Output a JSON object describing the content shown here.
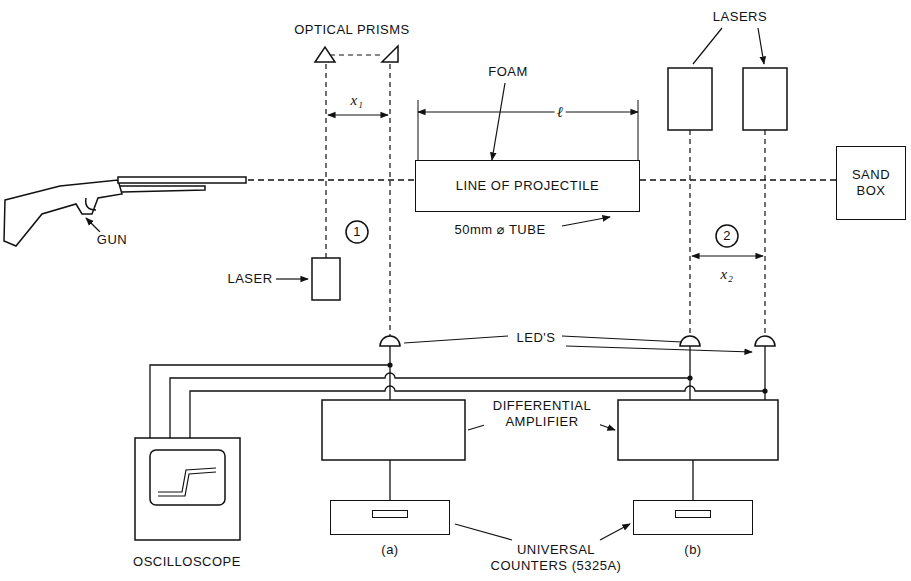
{
  "diagram": {
    "nodes": [
      {
        "text": [
          "LINE OF PROJECTILE"
        ]
      },
      {
        "text": [
          "SAND BOX"
        ]
      },
      {
        "text": [
          "(a)"
        ]
      },
      {
        "text": [
          "(b)"
        ]
      }
    ],
    "labels": [
      "OPTICAL PRISMS",
      "FOAM",
      "ℓ",
      "x₁",
      "1",
      "LASER",
      "LASERS",
      "50mm ⌀ TUBE",
      "2",
      "x₂",
      "LED'S",
      "DIFFERENTIAL AMPLIFIER",
      "OSCILLOSCOPE",
      "UNIVERSAL COUNTERS (5325A)",
      "GUN"
    ]
  }
}
